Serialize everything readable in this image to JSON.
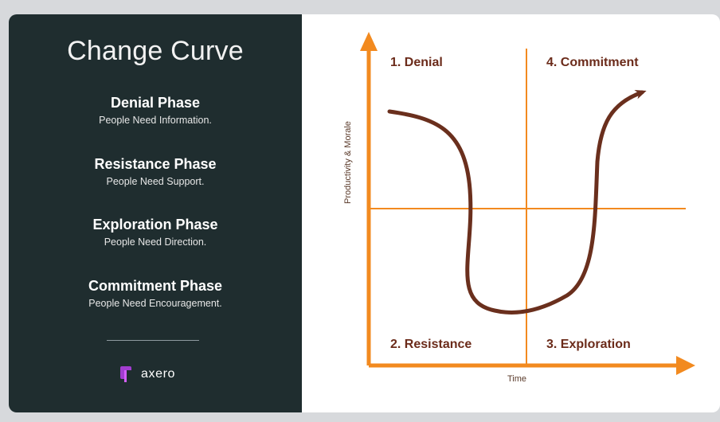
{
  "left_panel": {
    "title": "Change Curve",
    "phases": [
      {
        "name": "Denial Phase",
        "description": "People Need Information."
      },
      {
        "name": "Resistance Phase",
        "description": "People Need Support."
      },
      {
        "name": "Exploration Phase",
        "description": "People Need Direction."
      },
      {
        "name": "Commitment Phase",
        "description": "People Need Encouragement."
      }
    ],
    "brand": {
      "name": "axero",
      "icon": "axero-logo-icon"
    }
  },
  "diagram": {
    "quadrants": [
      "1. Denial",
      "4. Commitment",
      "2. Resistance",
      "3. Exploration"
    ],
    "y_axis_label": "Productivity & Morale",
    "x_axis_label": "Time",
    "colors": {
      "axis": "#f28a1f",
      "curve": "#6a2f1d",
      "panel": "#1f2d2f",
      "brand": "#a23dd0"
    }
  }
}
